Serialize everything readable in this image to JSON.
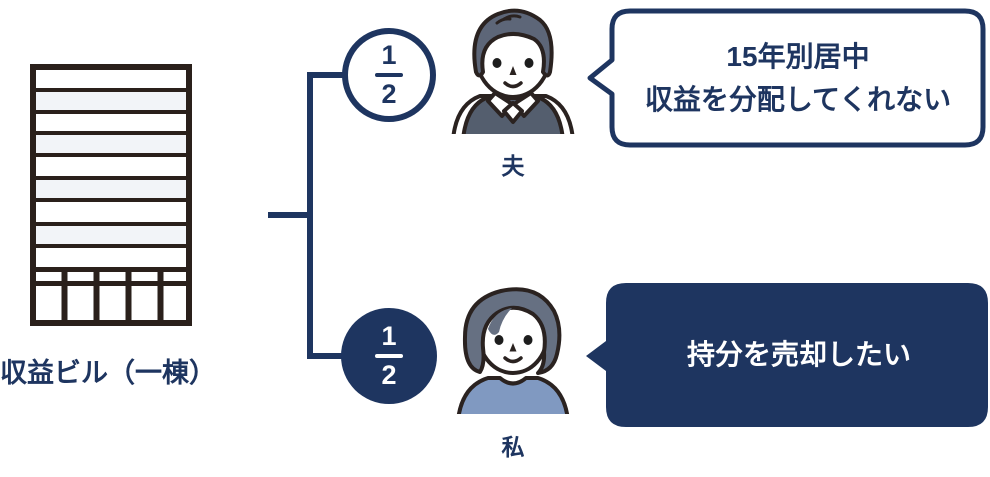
{
  "diagram": {
    "building": {
      "label": "収益ビル（一棟）"
    },
    "husband": {
      "share_numerator": "1",
      "share_denominator": "2",
      "name": "夫",
      "bubble_line1": "15年別居中",
      "bubble_line2": "収益を分配してくれない"
    },
    "wife": {
      "share_numerator": "1",
      "share_denominator": "2",
      "name": "私",
      "bubble_text": "持分を売却したい"
    }
  },
  "colors": {
    "navy": "#1e3560",
    "outline": "#2a2220",
    "building_outline": "#2a201b",
    "window_band": "#f2f4f8",
    "husband_hair": "#5d6678",
    "husband_vest": "#545e6e",
    "wife_hair": "#667082",
    "wife_top": "#8099c1",
    "white": "#ffffff"
  }
}
